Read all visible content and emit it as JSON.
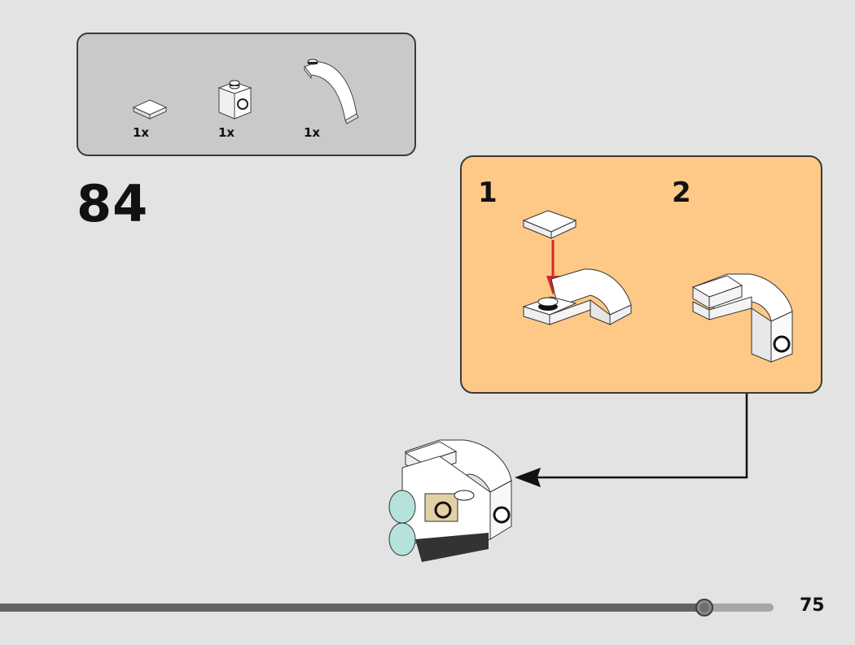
{
  "parts_list": {
    "items": [
      {
        "name": "tile 1x1",
        "quantity": "1x",
        "color": "#ffffff"
      },
      {
        "name": "brick 1x1 with stud on side",
        "quantity": "1x",
        "color": "#ffffff"
      },
      {
        "name": "curved arch brick",
        "quantity": "1x",
        "color": "#ffffff"
      }
    ]
  },
  "step": {
    "number": "84"
  },
  "sub_assembly": {
    "steps": [
      {
        "number": "1"
      },
      {
        "number": "2"
      }
    ]
  },
  "footer": {
    "page_number": "75",
    "progress_percent": 91
  },
  "colors": {
    "background": "#e3e3e3",
    "parts_box": "#c9c9c9",
    "sub_box": "#fec987",
    "arrow_red": "#d32a2a"
  }
}
